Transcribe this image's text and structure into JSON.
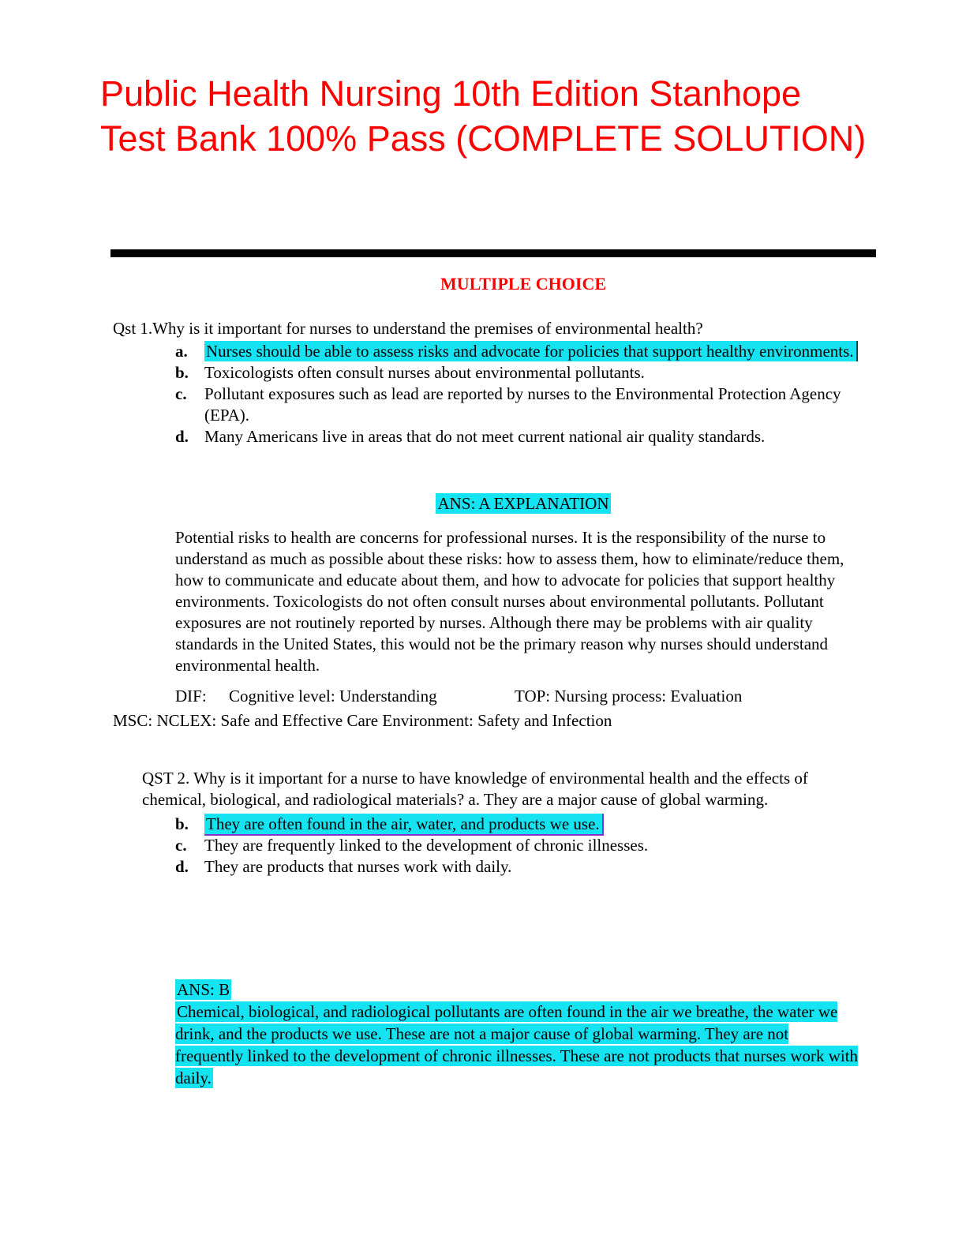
{
  "colors": {
    "accent_red": "#FF0000",
    "highlight_cyan": "#15E3F1",
    "underline_purple": "#8B2FC9",
    "divider_black": "#000000"
  },
  "header": {
    "title": "Public Health Nursing 10th Edition Stanhope Test Bank 100% Pass (COMPLETE SOLUTION)"
  },
  "section": {
    "heading": "MULTIPLE CHOICE"
  },
  "q1": {
    "stem": "Qst 1.Why is it important for nurses to understand the premises of environmental health?",
    "options": [
      {
        "letter": "a.",
        "text": "Nurses should be able to assess risks and advocate for policies that support healthy environments.",
        "highlighted": true
      },
      {
        "letter": "b.",
        "text": "Toxicologists often consult nurses about environmental pollutants.",
        "highlighted": false
      },
      {
        "letter": "c.",
        "text": "Pollutant exposures such as lead are reported by nurses to the Environmental Protection Agency (EPA).",
        "highlighted": false
      },
      {
        "letter": "d.",
        "text": "Many Americans live in areas that do not meet current national air quality standards.",
        "highlighted": false
      }
    ],
    "answer_heading": "ANS: A EXPLANATION",
    "explanation": "Potential risks to health are concerns for professional nurses. It is the responsibility of the nurse to understand as much as possible about these risks: how to assess them, how to eliminate/reduce them, how to communicate and educate about them, and how to advocate for policies that support healthy environments. Toxicologists do not often consult nurses about environmental pollutants. Pollutant exposures are not routinely reported by nurses. Although there may be problems with air quality standards in the United States, this would not be the primary reason why nurses should understand environmental health.",
    "dif_label": "DIF:",
    "dif_value": "Cognitive level: Understanding",
    "top_value": "TOP: Nursing process: Evaluation",
    "msc_value": "MSC: NCLEX: Safe and Effective Care Environment: Safety and Infection"
  },
  "q2": {
    "stem": "QST 2. Why is it important for a nurse to have knowledge of environmental health and the effects of chemical, biological, and radiological materials? a. They are a major cause of global warming.",
    "options": [
      {
        "letter": "b.",
        "text": "They are often found in the air, water, and products we use.",
        "highlighted": true
      },
      {
        "letter": "c.",
        "text": "They are frequently linked to the development of chronic illnesses.",
        "highlighted": false
      },
      {
        "letter": "d.",
        "text": "They are products that nurses work with daily.",
        "highlighted": false
      }
    ],
    "answer_label": "ANS: B",
    "explanation": "Chemical, biological, and radiological pollutants are often found in the air we breathe, the water we drink, and the products we use. These are not a major cause of global warming. They are not frequently linked to the development of chronic illnesses. These are not products that nurses work with daily."
  }
}
